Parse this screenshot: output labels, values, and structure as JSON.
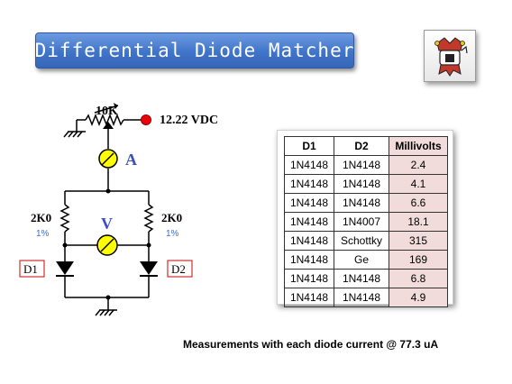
{
  "title": "Differential Diode Matcher",
  "logo": {
    "icon": "jester-logo-icon"
  },
  "circuit": {
    "pot_label": "10K",
    "supply_label": "12.22 VDC",
    "ammeter_label": "A",
    "voltmeter_label": "V",
    "left_resistor_label": "2K0",
    "left_resistor_tolerance": "1%",
    "right_resistor_label": "2K0",
    "right_resistor_tolerance": "1%",
    "left_diode_label": "D1",
    "right_diode_label": "D2",
    "colors": {
      "wire": "#000000",
      "meter_fill": "#ffff00",
      "supply_terminal": "#e8000b",
      "meter_letters": "#3d4fbf",
      "tolerance_text": "#3d6fd8",
      "diode_label_border": "#d32f2f"
    }
  },
  "table": {
    "headers": [
      "D1",
      "D2",
      "Millivolts"
    ],
    "rows": [
      [
        "1N4148",
        "1N4148",
        "2.4"
      ],
      [
        "1N4148",
        "1N4148",
        "4.1"
      ],
      [
        "1N4148",
        "1N4148",
        "6.6"
      ],
      [
        "1N4148",
        "1N4007",
        "18.1"
      ],
      [
        "1N4148",
        "Schottky",
        "315"
      ],
      [
        "1N4148",
        "Ge",
        "169"
      ],
      [
        "1N4148",
        "1N4148",
        "6.8"
      ],
      [
        "1N4148",
        "1N4148",
        "4.9"
      ]
    ],
    "colors": {
      "millivolts_column": "#f2dcdb"
    }
  },
  "footnote": "Measurements with each diode current @ 77.3 uA"
}
